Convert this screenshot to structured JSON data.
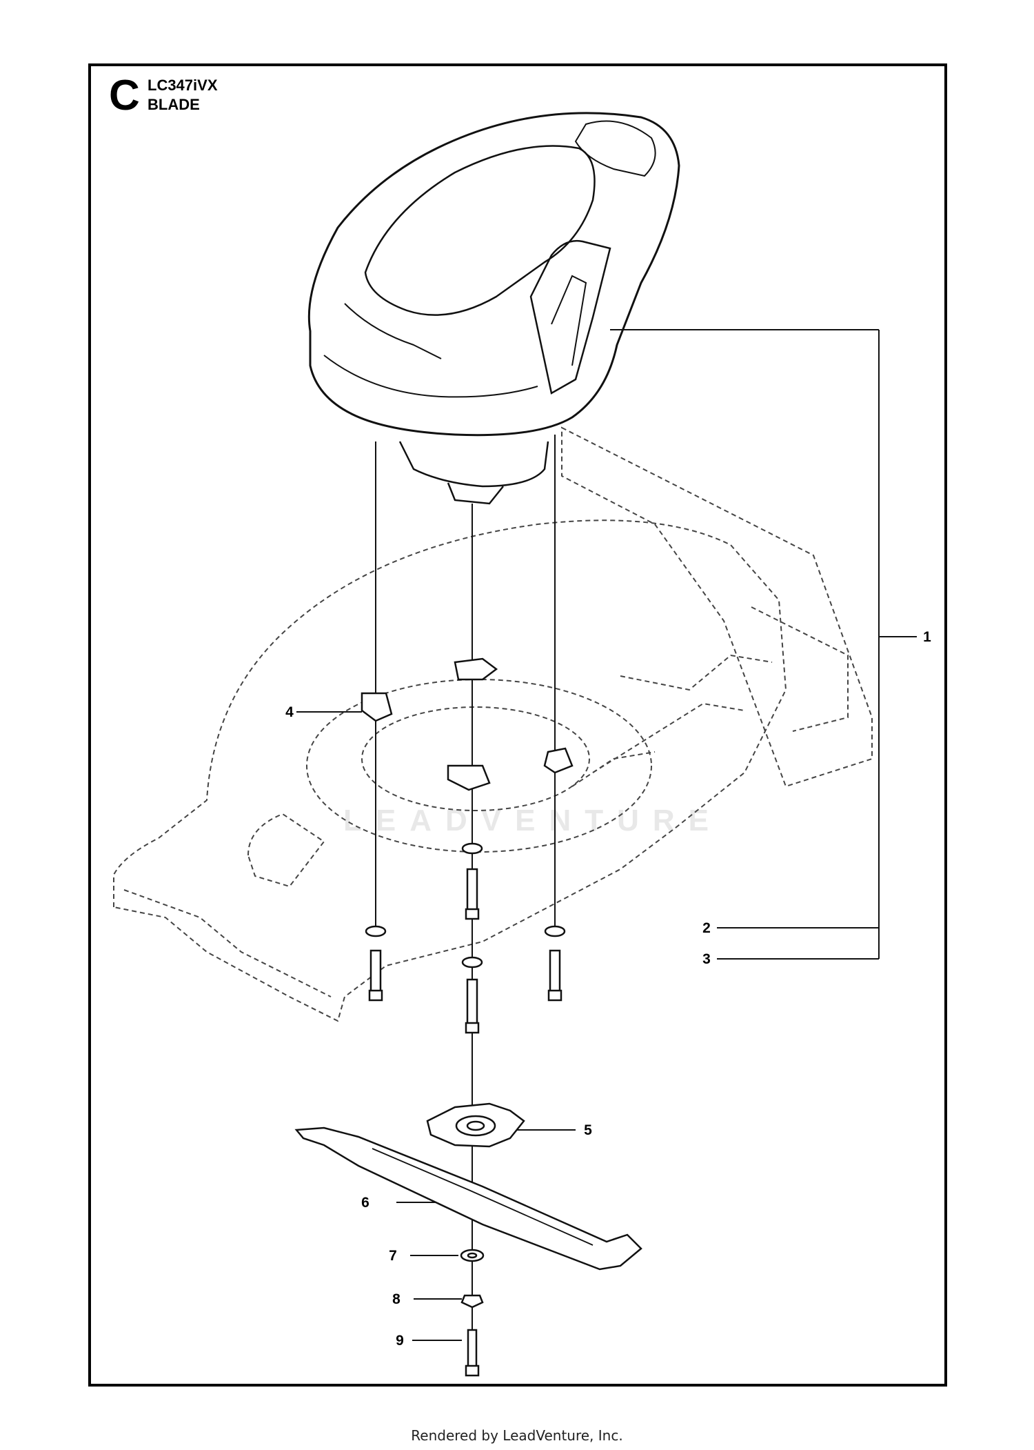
{
  "diagram": {
    "section_letter": "C",
    "model": "LC347iVX",
    "subtitle": "BLADE",
    "watermark": "LEADVENTURE",
    "callouts": [
      "1",
      "2",
      "3",
      "4",
      "5",
      "6",
      "7",
      "8",
      "9"
    ]
  },
  "footer": {
    "text": "Rendered by LeadVenture, Inc."
  }
}
